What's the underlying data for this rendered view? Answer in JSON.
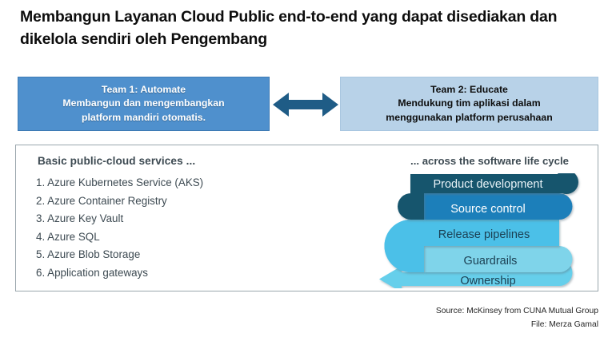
{
  "slide": {
    "title_line_1": "Membangun Layanan Cloud Public end-to-end yang dapat disediakan",
    "title_line_2": "dan dikelola sendiri oleh Pengembang"
  },
  "teams": {
    "team_1": {
      "heading": "Team 1: Automate",
      "line_2": "Membangun dan mengembangkan",
      "line_3": "platform mandiri otomatis.",
      "bg_color": "#4f90cd",
      "text_color": "#ffffff"
    },
    "team_2": {
      "heading": "Team 2: Educate",
      "line_2": "Mendukung tim aplikasi dalam",
      "line_3": "menggunakan platform perusahaan",
      "bg_color": "#b8d2e8",
      "text_color": "#0d0d0d"
    },
    "connector": {
      "icon": "double-headed-arrow-icon",
      "color": "#1f5c86"
    }
  },
  "panel": {
    "left": {
      "heading": "Basic public-cloud services ...",
      "items": [
        "1. Azure Kubernetes Service (AKS)",
        "2. Azure Container Registry",
        "3. Azure Key Vault",
        "4. Azure SQL",
        "5. Azure Blob Storage",
        "6. Application gateways"
      ]
    },
    "right": {
      "heading": "... across the software life cycle",
      "stages": [
        {
          "label": "Product development",
          "color": "#17556d",
          "text_color": "#e8f2f7",
          "end_cap": "circle-right"
        },
        {
          "label": "Source control",
          "color": "#1b7fba",
          "text_color": "#ffffff",
          "end_cap": "u-turn-right"
        },
        {
          "label": "Release pipelines",
          "color": "#4cc0e8",
          "text_color": "#173a4a",
          "end_cap": "u-turn-left"
        },
        {
          "label": "Guardrails",
          "color": "#7fd4ea",
          "text_color": "#173a4a",
          "end_cap": "u-turn-right"
        },
        {
          "label": "Ownership",
          "color": "#66cfeb",
          "text_color": "#173a4a",
          "end_cap": "arrow-left"
        }
      ]
    }
  },
  "footer": {
    "source": "Source: McKinsey from CUNA Mutual Group",
    "file": "File: Merza Gamal"
  }
}
